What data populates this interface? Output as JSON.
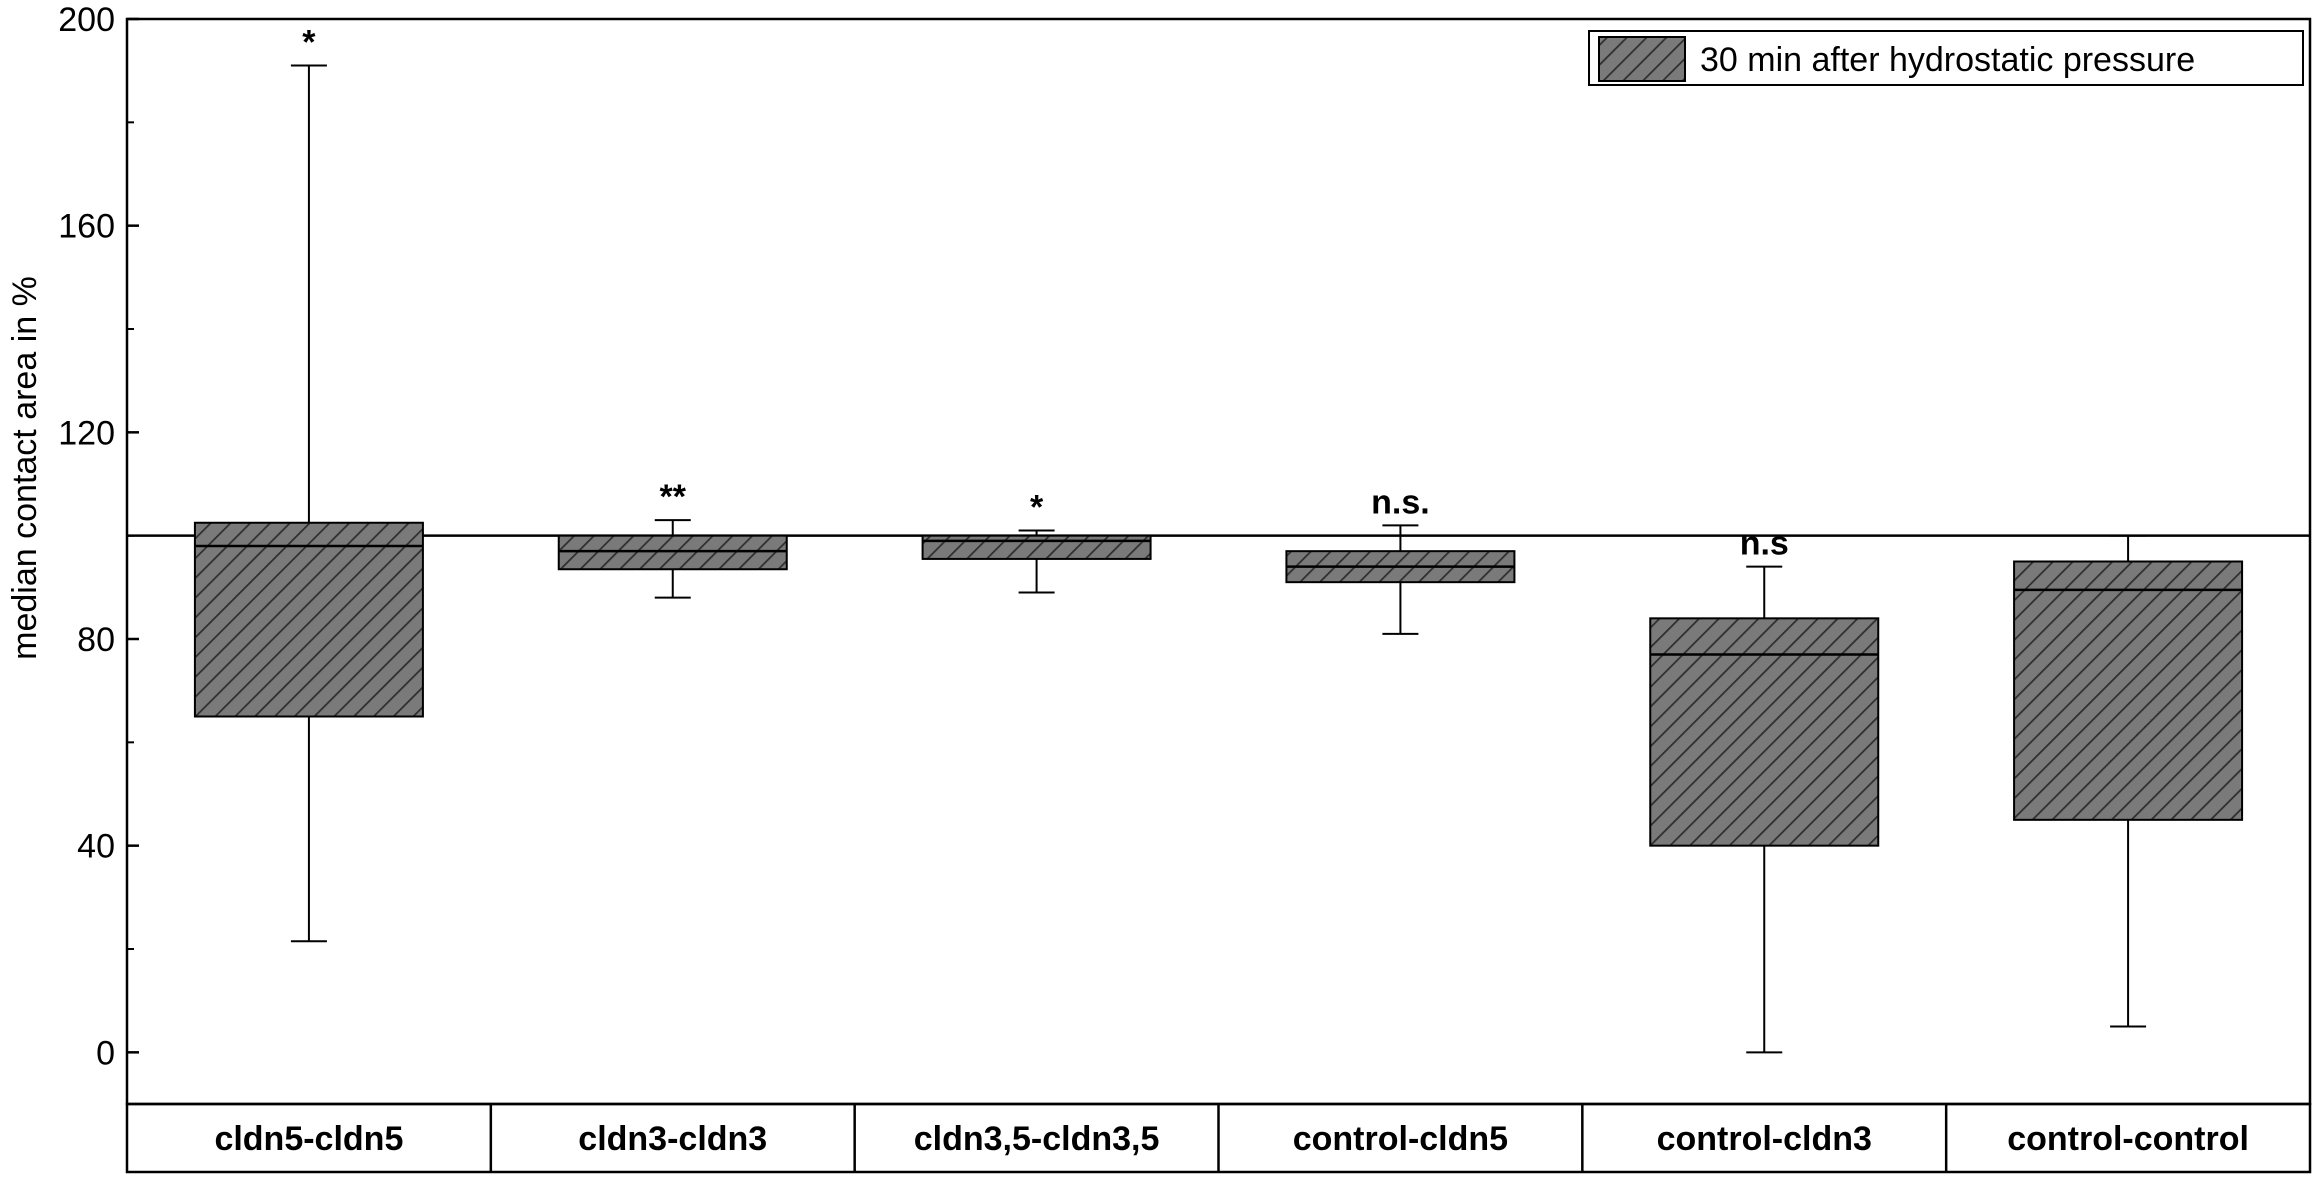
{
  "chart_data": {
    "type": "box",
    "ylabel": "median contact area in %",
    "ylim": [
      -10,
      200
    ],
    "yticks": [
      0,
      40,
      80,
      120,
      160,
      200
    ],
    "y_tick_labels": [
      "0",
      "40",
      "80",
      "120",
      "160",
      "200"
    ],
    "reference_line": 100,
    "legend": {
      "position": "top-right",
      "label": "30 min after hydrostatic pressure"
    },
    "categories": [
      "cldn5-cldn5",
      "cldn3-cldn3",
      "cldn3,5-cldn3,5",
      "control-cldn5",
      "control-cldn3",
      "control-control"
    ],
    "boxes": [
      {
        "category": "cldn5-cldn5",
        "whisker_low": 21.5,
        "q1": 65,
        "median": 98,
        "q3": 102.5,
        "whisker_high": 191,
        "significance": "*"
      },
      {
        "category": "cldn3-cldn3",
        "whisker_low": 88,
        "q1": 93.5,
        "median": 97,
        "q3": 100,
        "whisker_high": 103,
        "significance": "**"
      },
      {
        "category": "cldn3,5-cldn3,5",
        "whisker_low": 89,
        "q1": 95.5,
        "median": 99,
        "q3": 100,
        "whisker_high": 101,
        "significance": "*"
      },
      {
        "category": "control-cldn5",
        "whisker_low": 81,
        "q1": 91,
        "median": 94,
        "q3": 97,
        "whisker_high": 102,
        "significance": "n.s."
      },
      {
        "category": "control-cldn3",
        "whisker_low": 0,
        "q1": 40,
        "median": 77,
        "q3": 84,
        "whisker_high": 94,
        "significance": "n.s"
      },
      {
        "category": "control-control",
        "whisker_low": 5,
        "q1": 45,
        "median": 89.5,
        "q3": 95,
        "whisker_high": 100,
        "significance": ""
      }
    ],
    "colors": {
      "box_fill": "#7a7a7a",
      "hatch": "#2e2e2e",
      "line": "#000000"
    }
  }
}
